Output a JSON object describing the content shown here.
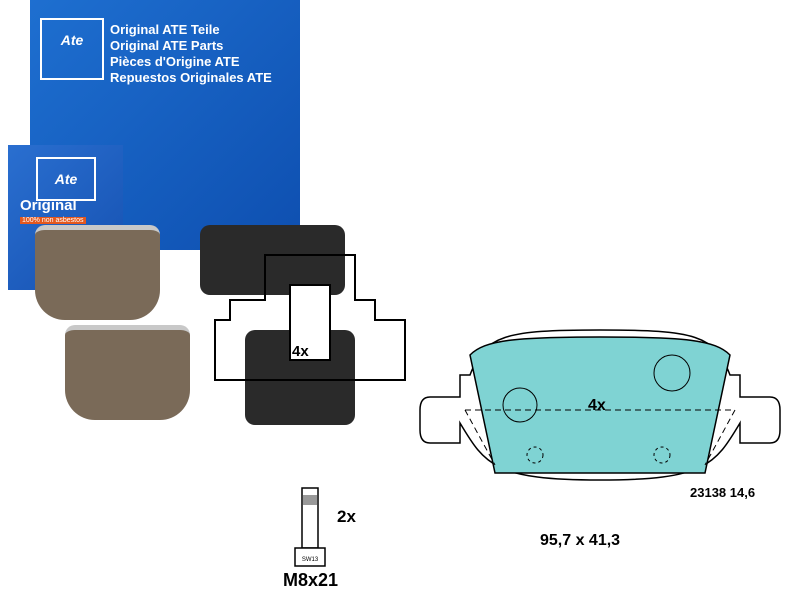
{
  "box_large": {
    "logo": "Ate",
    "lines": [
      "Original ATE Teile",
      "Original ATE Parts",
      "Pièces d'Origine ATE",
      "Repuestos Originales ATE"
    ]
  },
  "box_small": {
    "logo": "Ate",
    "title": "Original",
    "badge": "100% non asbestos"
  },
  "clip_diagram": {
    "quantity": "4x"
  },
  "pad_diagram": {
    "quantity": "4x",
    "part_number": "23138 14,6",
    "dimensions": "95,7 x 41,3",
    "fill_color": "#7fd3d3"
  },
  "bolt": {
    "quantity": "2x",
    "size": "M8x21",
    "wrench": "SW13"
  }
}
